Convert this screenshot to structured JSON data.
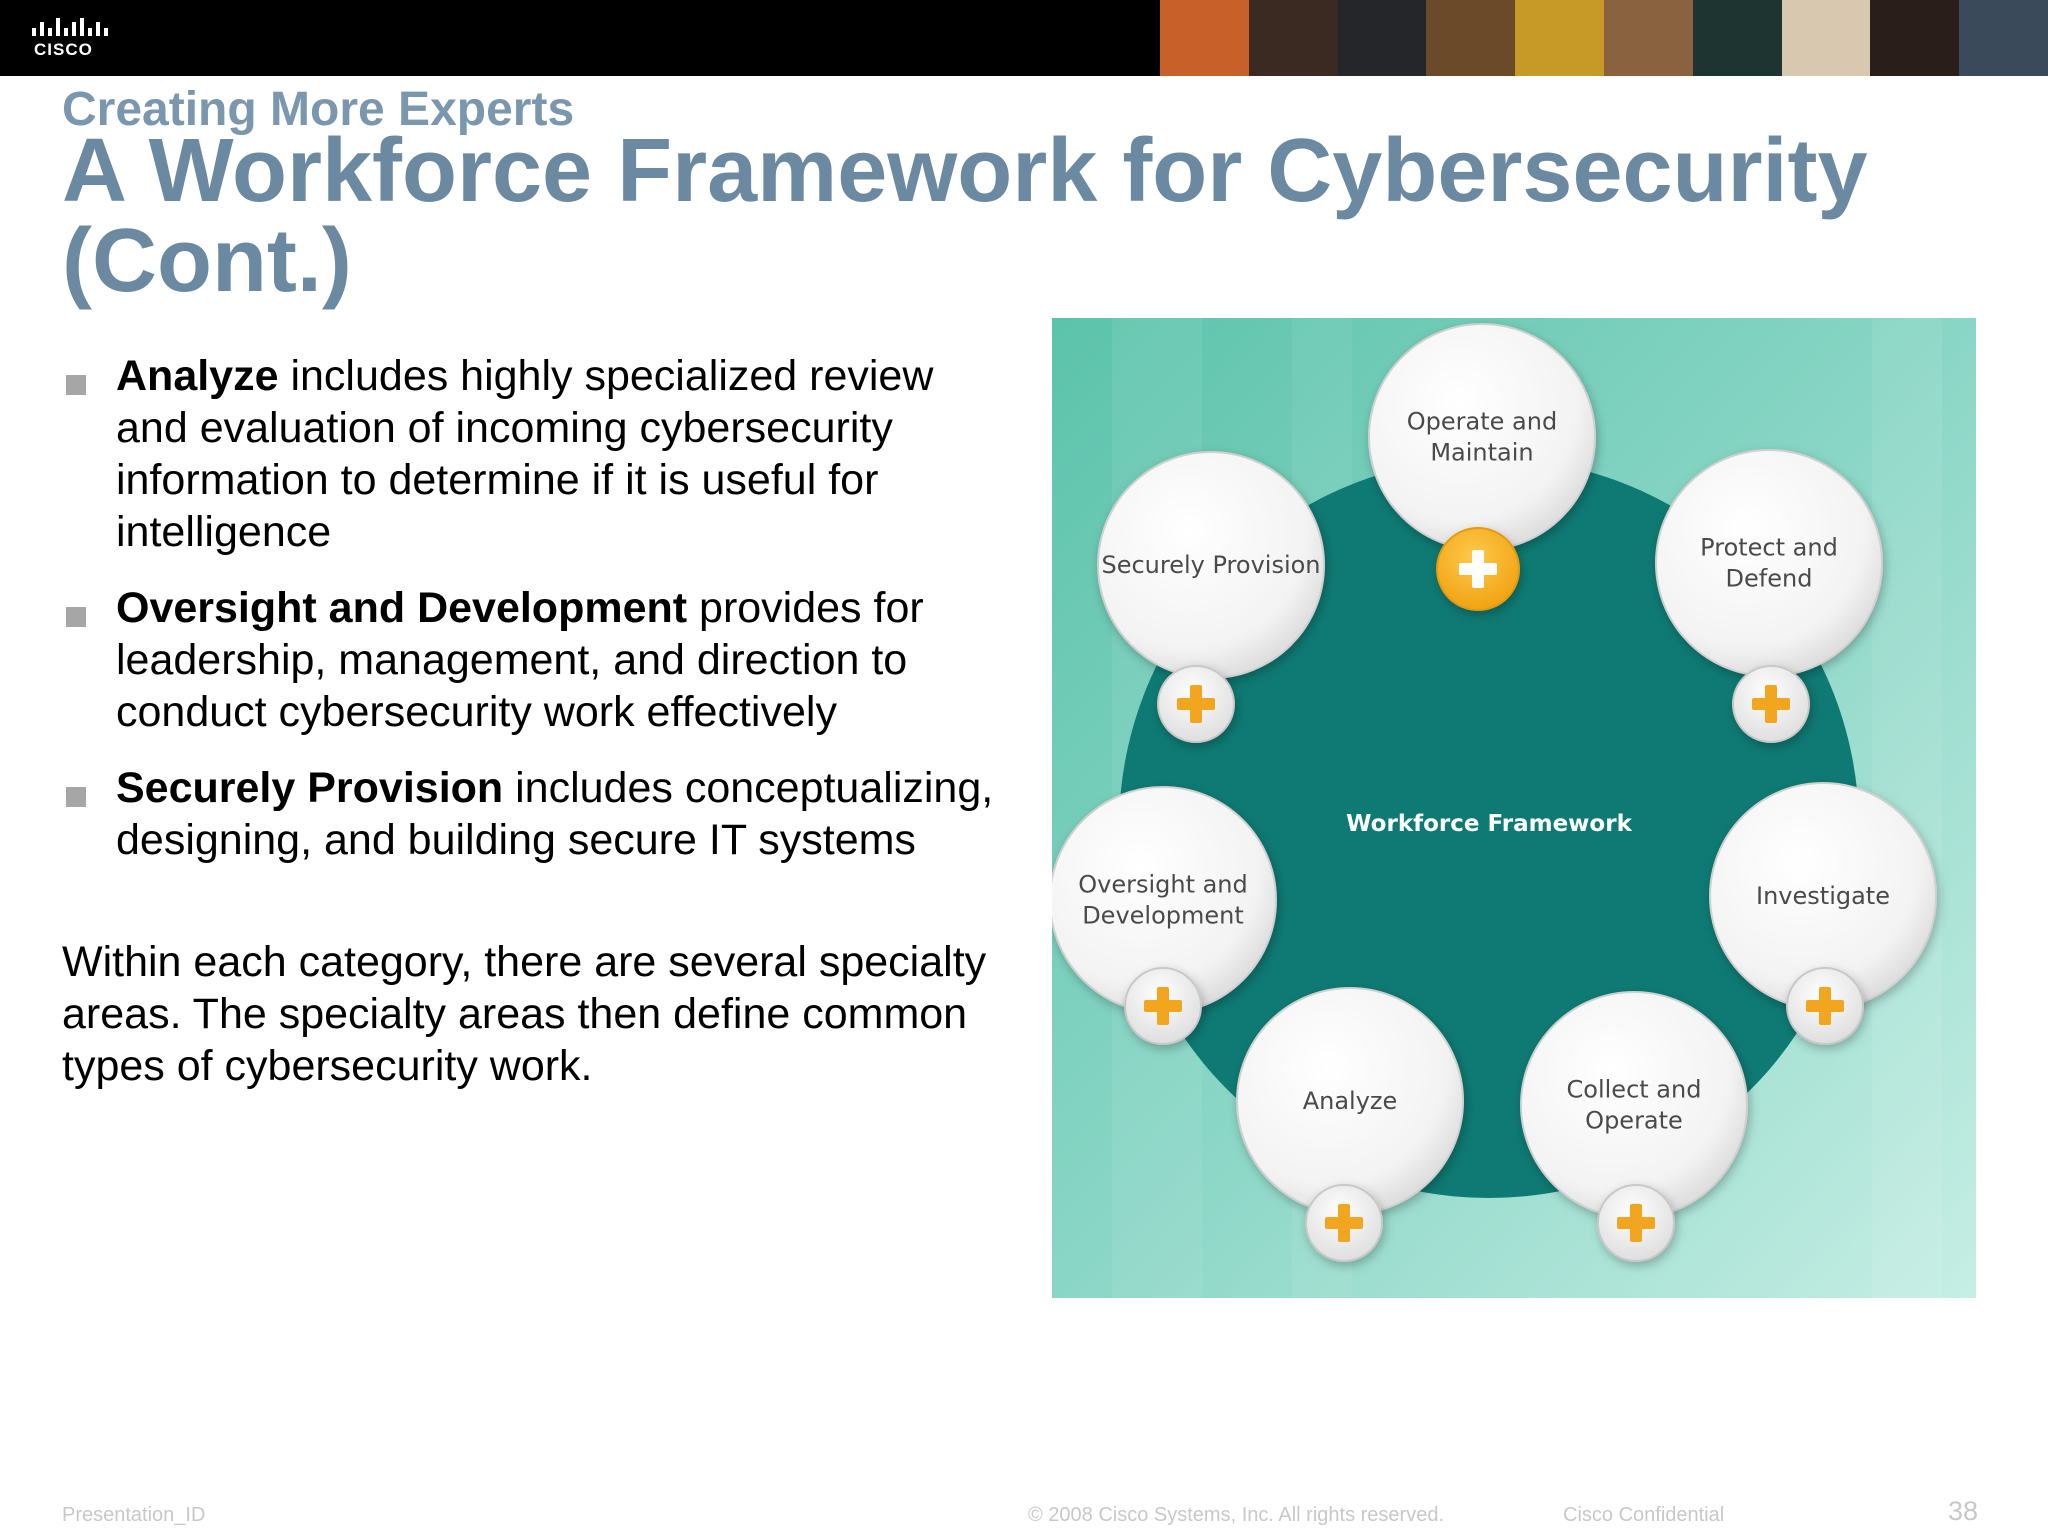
{
  "header": {
    "brand": "CISCO",
    "photo_colors": [
      "#c8602a",
      "#3a2a22",
      "#25262a",
      "#6b4a2a",
      "#c79a28",
      "#8a6240",
      "#1e3430",
      "#d8c8b0",
      "#2a1e1a",
      "#3a4a5a"
    ]
  },
  "slide": {
    "subtitle": "Creating More Experts",
    "title": "A Workforce Framework for Cybersecurity (Cont.)"
  },
  "bullets": [
    {
      "keyword": "Analyze",
      "text": " includes highly specialized review and evaluation of incoming cybersecurity information to determine if it is useful for intelligence"
    },
    {
      "keyword": "Oversight and Development",
      "text": " provides for leadership, management, and direction to conduct cybersecurity work effectively"
    },
    {
      "keyword": "Securely Provision",
      "text": " includes conceptualizing, designing, and building secure IT systems"
    }
  ],
  "paragraph": "Within each category, there are several specialty areas. The specialty areas then define common types of cybersecurity work.",
  "diagram": {
    "center_label": "Workforce Framework",
    "colors": {
      "center": "#0e7a73",
      "plus": "#f2a51e",
      "bubble": "#f7f7f7"
    },
    "nodes": [
      {
        "label": [
          "Operate and",
          "Maintain"
        ],
        "active": true
      },
      {
        "label": [
          "Protect and",
          "Defend"
        ],
        "active": false
      },
      {
        "label": [
          "Investigate"
        ],
        "active": false
      },
      {
        "label": [
          "Collect and",
          "Operate"
        ],
        "active": false
      },
      {
        "label": [
          "Analyze"
        ],
        "active": false
      },
      {
        "label": [
          "Oversight and",
          "Development"
        ],
        "active": false
      },
      {
        "label": [
          "Securely Provision"
        ],
        "active": false
      }
    ]
  },
  "footer": {
    "presentation_id": "Presentation_ID",
    "copyright": "© 2008 Cisco Systems, Inc. All rights reserved.",
    "confidential": "Cisco Confidential",
    "page": "38"
  }
}
